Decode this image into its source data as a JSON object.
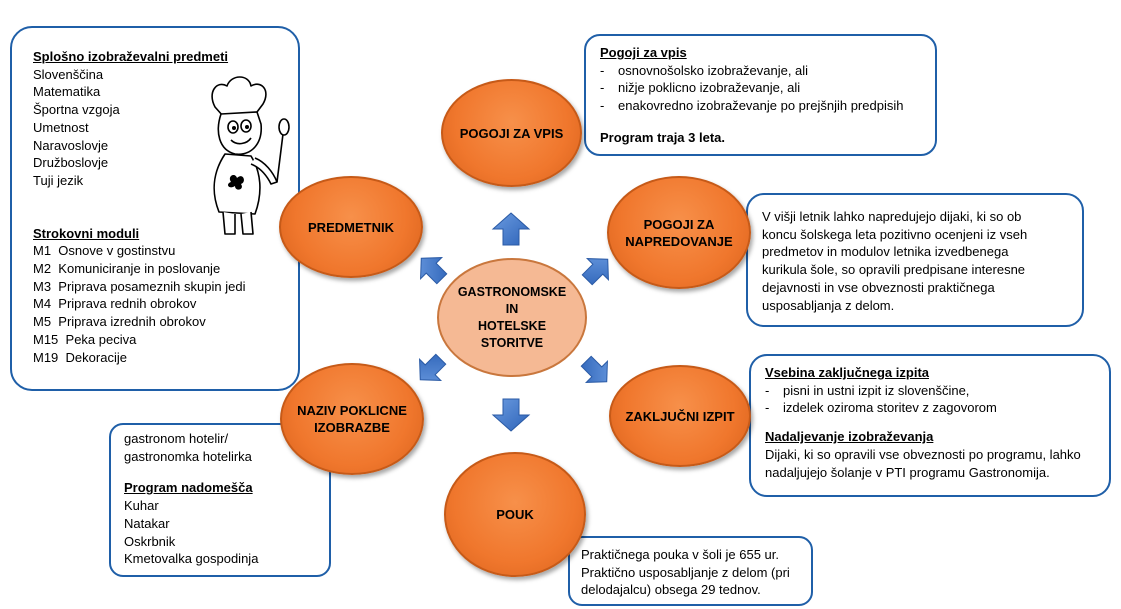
{
  "center": {
    "lines": [
      "GASTRONOMSKE",
      "IN",
      "HOTELSKE",
      "STORITVE"
    ]
  },
  "nodes": {
    "predmetnik": "PREDMETNIK",
    "pogoji_vpis": "POGOJI ZA VPIS",
    "pogoji_napredovanje": [
      "POGOJI ZA",
      "NAPREDOVANJE"
    ],
    "zakljucni_izpit": "ZAKLJUČNI IZPIT",
    "pouk": "POUK",
    "naziv": [
      "NAZIV POKLICNE",
      "IZOBRAZBE"
    ]
  },
  "predmetnik_box": {
    "general_heading": "Splošno izobraževalni predmeti",
    "general_subjects": [
      "Slovenščina",
      "Matematika",
      "Športna vzgoja",
      "Umetnost",
      "Naravoslovje",
      "Družboslovje",
      "Tuji jezik"
    ],
    "modules_heading": "Strokovni moduli",
    "modules": [
      {
        "code": "M1",
        "name": "Osnove v gostinstvu"
      },
      {
        "code": "M2",
        "name": "Komuniciranje in poslovanje"
      },
      {
        "code": "M3",
        "name": "Priprava posameznih skupin jedi"
      },
      {
        "code": "M4",
        "name": "Priprava rednih obrokov"
      },
      {
        "code": "M5",
        "name": "Priprava izrednih obrokov"
      },
      {
        "code": "M15",
        "name": "Peka peciva"
      },
      {
        "code": "M19",
        "name": "Dekoracije"
      }
    ]
  },
  "vpis_box": {
    "heading": "Pogoji za vpis",
    "items": [
      "osnovnošolsko izobraževanje, ali",
      "nižje poklicno izobraževanje, ali",
      "enakovredno izobraževanje po prejšnjih predpisih"
    ],
    "duration": "Program traja 3 leta."
  },
  "napredovanje_box": {
    "lines": [
      "V višji letnik lahko napredujejo dijaki, ki so ob",
      "koncu šolskega leta pozitivno ocenjeni iz vseh",
      "predmetov in modulov letnika izvedbenega",
      "kurikula šole, so opravili predpisane  interesne",
      "dejavnosti in vse obveznosti praktičnega",
      "usposabljanja z delom."
    ]
  },
  "izpit_box": {
    "heading": "Vsebina zaključnega izpita",
    "items": [
      "pisni in ustni izpit iz slovenščine,",
      "izdelek oziroma storitev z zagovorom"
    ],
    "continuation_heading": "Nadaljevanje izobraževanja",
    "continuation_lines": [
      "Dijaki, ki so opravili vse obveznosti po programu, lahko",
      "nadaljujejo šolanje v PTI programu Gastronomija."
    ]
  },
  "pouk_box": {
    "lines": [
      "Praktičnega pouka v šoli je 655  ur.",
      "Praktično usposabljanje z delom (pri",
      "delodajalcu) obsega 29 tednov."
    ]
  },
  "naziv_box": {
    "titles": [
      "gastronom hotelir/",
      "gastronomka hotelirka"
    ],
    "replaces_heading": "Program  nadomešča",
    "replaces": [
      "Kuhar",
      "Natakar",
      "Oskrbnik",
      "Kmetovalka gospodinja"
    ]
  },
  "colors": {
    "box_border": "#1f5fa8",
    "node_fill": "#f0772d",
    "center_fill": "#f5b994",
    "arrow_fill": "#3f7bd0"
  }
}
